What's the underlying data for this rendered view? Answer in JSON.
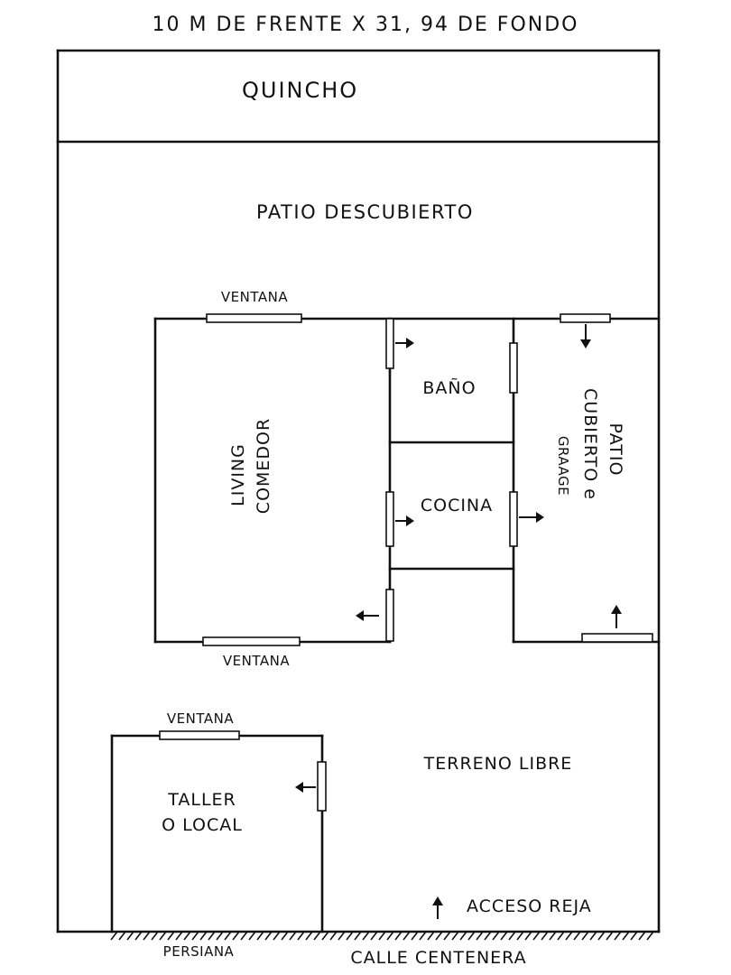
{
  "title": "10 M DE FRENTE X 31, 94 DE FONDO",
  "rooms": {
    "quincho": "QUINCHO",
    "patio_descubierto": "PATIO DESCUBIERTO",
    "living_line1": "LIVING",
    "living_line2": "COMEDOR",
    "bano": "BAÑO",
    "cocina": "COCINA",
    "patio_cubierto_line1": "PATIO",
    "patio_cubierto_line2": "CUBIERTO e",
    "patio_cubierto_line3": "GRAAGE",
    "taller_line1": "TALLER",
    "taller_line2": "O LOCAL",
    "terreno_libre": "TERRENO LIBRE"
  },
  "labels": {
    "ventana_living_top": "VENTANA",
    "ventana_living_bottom": "VENTANA",
    "ventana_taller": "VENTANA",
    "persiana": "PERSIANA",
    "acceso_reja": "ACCESO REJA",
    "calle": "CALLE CENTENERA"
  },
  "colors": {
    "ink": "#111111",
    "paper": "#ffffff"
  }
}
